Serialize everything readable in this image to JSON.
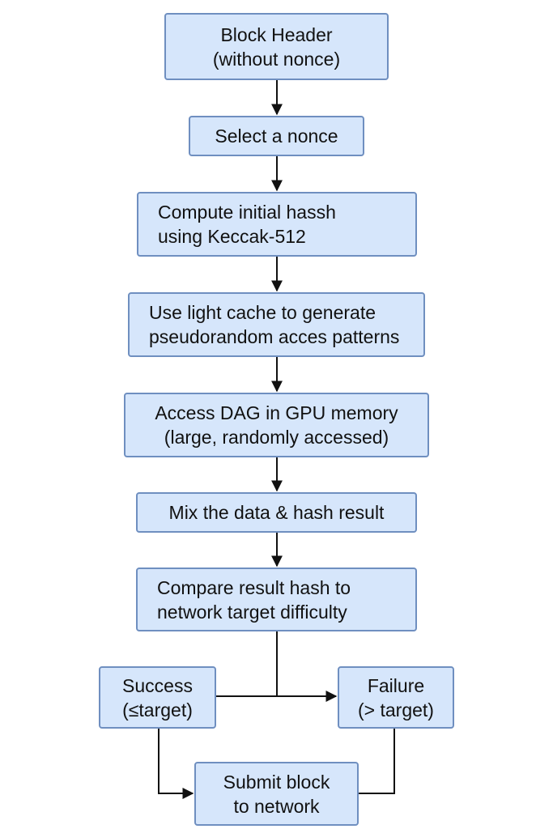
{
  "nodes": {
    "block_header": {
      "line1": "Block Header",
      "line2": "(without nonce)"
    },
    "select_nonce": {
      "line1": "Select a nonce"
    },
    "compute_hash": {
      "line1": "Compute initial hassh",
      "line2": "using Keccak-512"
    },
    "light_cache": {
      "line1": "Use light cache to generate",
      "line2": "pseudorandom acces patterns"
    },
    "access_dag": {
      "line1": "Access DAG in GPU memory",
      "line2": "(large, randomly accessed)"
    },
    "mix_data": {
      "line1": "Mix the data & hash result"
    },
    "compare": {
      "line1": "Compare result hash to",
      "line2": "network target difficulty"
    },
    "success": {
      "line1": "Success",
      "line2": "(≤target)"
    },
    "failure": {
      "line1": "Failure",
      "line2": "(> target)"
    },
    "submit": {
      "line1": "Submit block",
      "line2": "to network"
    }
  },
  "colors": {
    "node_fill": "#d6e6fb",
    "node_border": "#6f8fc0",
    "arrow": "#111111"
  }
}
